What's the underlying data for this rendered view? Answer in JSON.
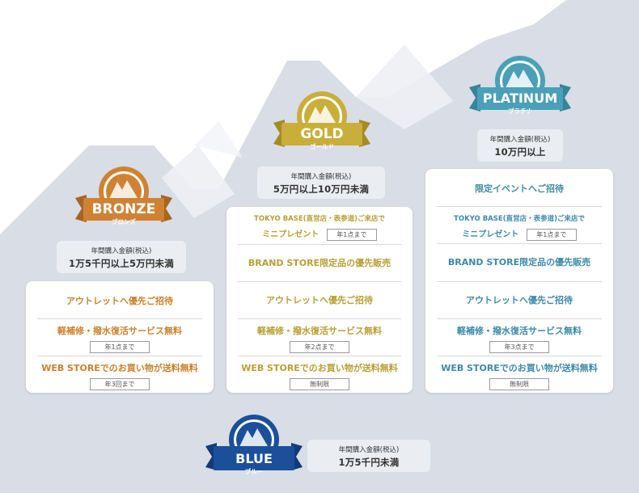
{
  "colors": {
    "bronze": "#d08234",
    "bronze_text": "#c9822f",
    "gold": "#c9ae3a",
    "gold_text": "#b8a035",
    "platinum": "#4aa0b8",
    "platinum_text": "#3f8aa6",
    "blue": "#1b4f9a",
    "mountain": "#d9dde5"
  },
  "bronze": {
    "name": "BRONZE",
    "kana": "ブロンズ",
    "req_label": "年間購入金額(税込)",
    "req_value": "1万5千円以上5万円未満",
    "benefits": [
      {
        "text": "アウトレットへ優先ご招待"
      },
      {
        "text": "軽補修・撥水復活サービス無料",
        "tag": "年1点まで"
      },
      {
        "text": "WEB STOREでのお買い物が送料無料",
        "tag": "年3回まで"
      }
    ]
  },
  "gold": {
    "name": "GOLD",
    "kana": "ゴールド",
    "req_label": "年間購入金額(税込)",
    "req_value": "5万円以上10万円未満",
    "benefits": [
      {
        "line1": "TOKYO BASE(直営店・表参道)ご来店で",
        "line2": "ミニプレゼント",
        "tag": "年1点まで"
      },
      {
        "text": "BRAND STORE限定品の優先販売"
      },
      {
        "text": "アウトレットへ優先ご招待"
      },
      {
        "text": "軽補修・撥水復活サービス無料",
        "tag": "年2点まで"
      },
      {
        "text": "WEB STOREでのお買い物が送料無料",
        "tag": "無制限"
      }
    ]
  },
  "platinum": {
    "name": "PLATINUM",
    "kana": "プラチナ",
    "req_label": "年間購入金額(税込)",
    "req_value": "10万円以上",
    "benefits": [
      {
        "text": "限定イベントへご招待"
      },
      {
        "line1": "TOKYO BASE(直営店・表参道)ご来店で",
        "line2": "ミニプレゼント",
        "tag": "年1点まで"
      },
      {
        "text": "BRAND STORE限定品の優先販売"
      },
      {
        "text": "アウトレットへ優先ご招待"
      },
      {
        "text": "軽補修・撥水復活サービス無料",
        "tag": "年3点まで"
      },
      {
        "text": "WEB STOREでのお買い物が送料無料",
        "tag": "無制限"
      }
    ]
  },
  "blue": {
    "name": "BLUE",
    "kana": "ブルー",
    "req_label": "年間購入金額(税込)",
    "req_value": "1万5千円未満"
  }
}
